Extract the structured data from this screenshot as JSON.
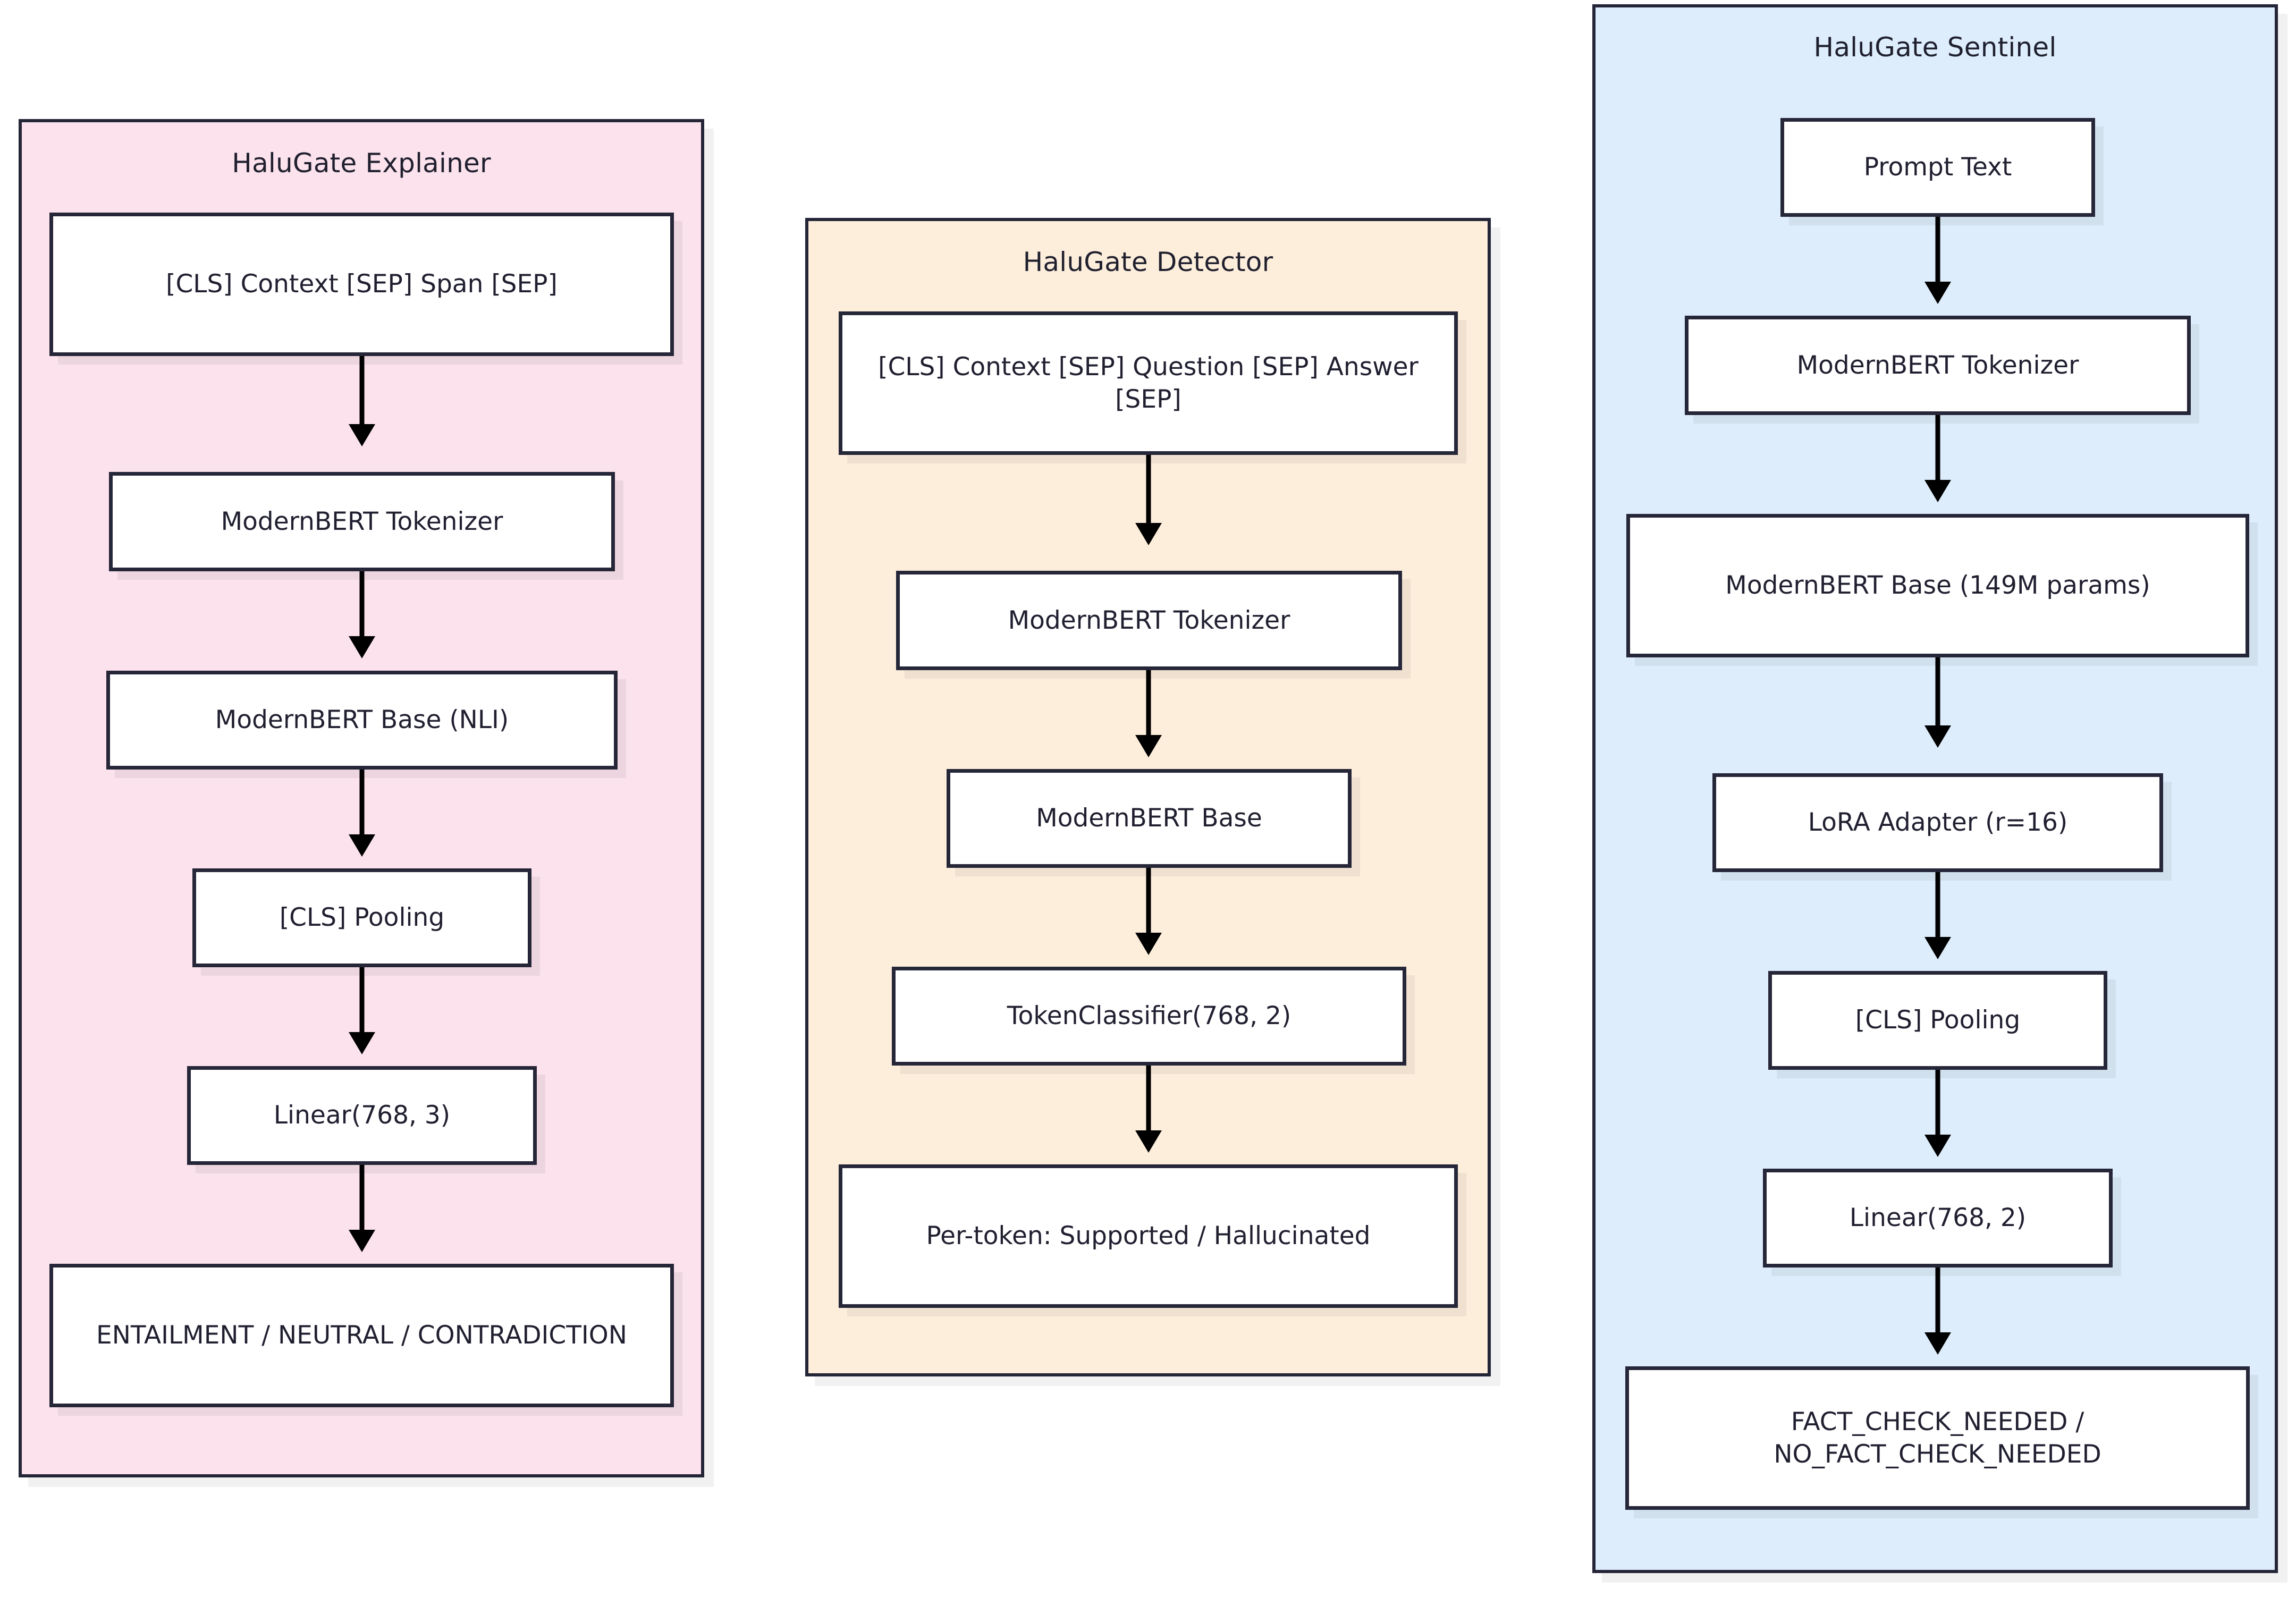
{
  "diagram": {
    "type": "flowchart",
    "orientation": "top-to-bottom",
    "background_color": "#ffffff",
    "node_fill": "#ffffff",
    "node_stroke": "#262639",
    "text_color": "#1f1f30",
    "arrow_color": "#000000"
  },
  "clusters": [
    {
      "id": "explainer",
      "title": "HaluGate Explainer",
      "fill": "#fbe2ec",
      "stroke": "#252538",
      "nodes": [
        {
          "id": "exp-input",
          "label": "[CLS] Context [SEP] Span [SEP]"
        },
        {
          "id": "exp-tokenizer",
          "label": "ModernBERT Tokenizer"
        },
        {
          "id": "exp-base",
          "label": "ModernBERT Base (NLI)"
        },
        {
          "id": "exp-pooling",
          "label": "[CLS] Pooling"
        },
        {
          "id": "exp-linear",
          "label": "Linear(768, 3)"
        },
        {
          "id": "exp-output",
          "label": "ENTAILMENT / NEUTRAL / CONTRADICTION"
        }
      ],
      "edges": [
        {
          "from": "exp-input",
          "to": "exp-tokenizer"
        },
        {
          "from": "exp-tokenizer",
          "to": "exp-base"
        },
        {
          "from": "exp-base",
          "to": "exp-pooling"
        },
        {
          "from": "exp-pooling",
          "to": "exp-linear"
        },
        {
          "from": "exp-linear",
          "to": "exp-output"
        }
      ]
    },
    {
      "id": "detector",
      "title": "HaluGate Detector",
      "fill": "#fdeedb",
      "stroke": "#252538",
      "nodes": [
        {
          "id": "det-input",
          "label": "[CLS] Context [SEP] Question [SEP] Answer [SEP]"
        },
        {
          "id": "det-tokenizer",
          "label": "ModernBERT Tokenizer"
        },
        {
          "id": "det-base",
          "label": "ModernBERT Base"
        },
        {
          "id": "det-classifier",
          "label": "TokenClassifier(768, 2)"
        },
        {
          "id": "det-output",
          "label": "Per-token: Supported / Hallucinated"
        }
      ],
      "edges": [
        {
          "from": "det-input",
          "to": "det-tokenizer"
        },
        {
          "from": "det-tokenizer",
          "to": "det-base"
        },
        {
          "from": "det-base",
          "to": "det-classifier"
        },
        {
          "from": "det-classifier",
          "to": "det-output"
        }
      ]
    },
    {
      "id": "sentinel",
      "title": "HaluGate Sentinel",
      "fill": "#ddedfb",
      "stroke": "#252538",
      "nodes": [
        {
          "id": "sen-prompt",
          "label": "Prompt Text"
        },
        {
          "id": "sen-tokenizer",
          "label": "ModernBERT Tokenizer"
        },
        {
          "id": "sen-base",
          "label": "ModernBERT Base (149M params)"
        },
        {
          "id": "sen-lora",
          "label": "LoRA Adapter (r=16)"
        },
        {
          "id": "sen-pooling",
          "label": "[CLS] Pooling"
        },
        {
          "id": "sen-linear",
          "label": "Linear(768, 2)"
        },
        {
          "id": "sen-output",
          "label": "FACT_CHECK_NEEDED / NO_FACT_CHECK_NEEDED"
        }
      ],
      "edges": [
        {
          "from": "sen-prompt",
          "to": "sen-tokenizer"
        },
        {
          "from": "sen-tokenizer",
          "to": "sen-base"
        },
        {
          "from": "sen-base",
          "to": "sen-lora"
        },
        {
          "from": "sen-lora",
          "to": "sen-pooling"
        },
        {
          "from": "sen-pooling",
          "to": "sen-linear"
        },
        {
          "from": "sen-linear",
          "to": "sen-output"
        }
      ]
    }
  ]
}
